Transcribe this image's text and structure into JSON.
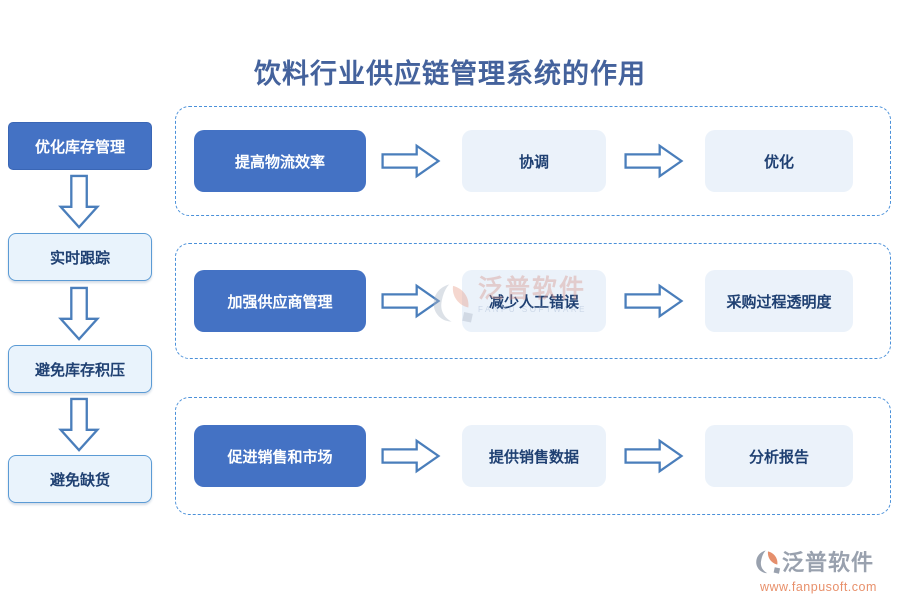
{
  "title": "饮料行业供应链管理系统的作用",
  "left_flow": [
    {
      "label": "优化库存管理"
    },
    {
      "label": "实时跟踪"
    },
    {
      "label": "避免库存积压"
    },
    {
      "label": "避免缺货"
    }
  ],
  "rows": [
    {
      "source": "提高物流效率",
      "step1": "协调",
      "step2": "优化"
    },
    {
      "source": "加强供应商管理",
      "step1": "减少人工错误",
      "step2": "采购过程透明度"
    },
    {
      "source": "促进销售和市场",
      "step1": "提供销售数据",
      "step2": "分析报告"
    }
  ],
  "watermark": {
    "brand": "泛普软件",
    "subtext": "FANPU SOFTWARE"
  },
  "footer": {
    "brand": "泛普软件",
    "url": "www.fanpusoft.com"
  },
  "icons": {
    "arrow_right": "block-arrow-right",
    "arrow_down": "block-arrow-down",
    "brand_logo": "fanpu-logo"
  },
  "colors": {
    "primary_blue": "#4472C4",
    "light_fill": "#EBF2FA",
    "outline_blue": "#5B9BD5",
    "arrow_blue": "#4A7EBB",
    "dashed_border": "#4A90D9",
    "text_navy": "#1F4072",
    "title_blue": "#44629C",
    "brand_grey": "#99A1AE",
    "brand_orange": "#E8906B"
  }
}
